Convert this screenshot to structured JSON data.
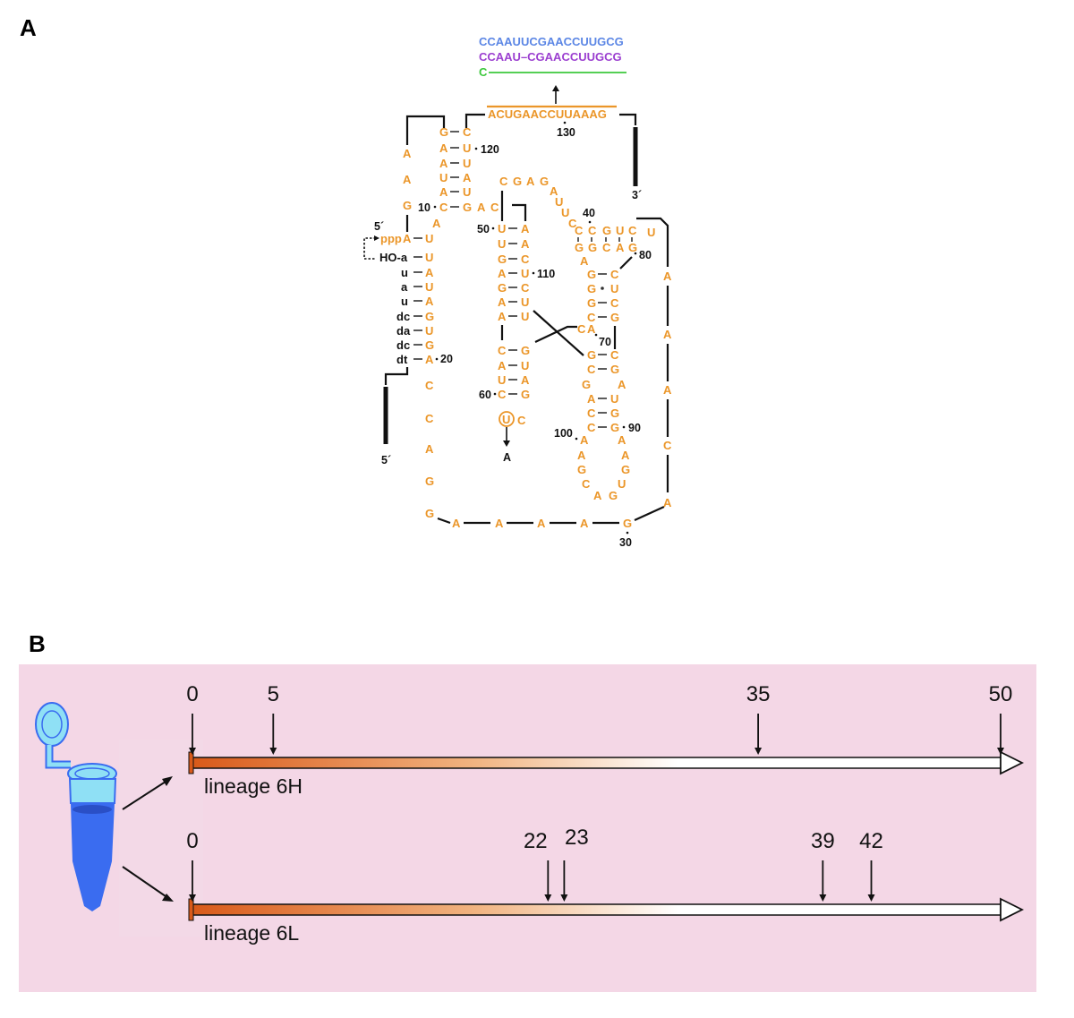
{
  "panel_a": {
    "label": "A",
    "product_lines": [
      {
        "text": "CCAAUUCGAACCUUGCG",
        "color": "#5b86e5"
      },
      {
        "text": "CCAAU–CGAACCUUGCG",
        "color": "#9b3fd0"
      },
      {
        "text": "C",
        "color": "#3cc83c"
      }
    ],
    "template": "ACUGAACCUUAAAG",
    "prime_5_top": "5´",
    "prime_3": "3´",
    "prime_5_bottom": "5´",
    "mutation_to": "A",
    "substrate_labels": [
      "ppp",
      "HO-a",
      "u",
      "a",
      "u",
      "dc",
      "da",
      "dc",
      "dt"
    ],
    "position_numbers": [
      "10",
      "20",
      "30",
      "40",
      "50",
      "60",
      "70",
      "80",
      "90",
      "100",
      "110",
      "120",
      "130"
    ],
    "colors": {
      "rna": "#eb9629",
      "line": "#111111",
      "template_bar": "#eb9629"
    }
  },
  "panel_b": {
    "label": "B",
    "background": "#f4d7e6",
    "lineages": [
      {
        "name": "lineage 6H",
        "max_generation": 50,
        "timepoints": [
          0,
          5,
          35,
          50
        ]
      },
      {
        "name": "lineage 6L",
        "max_generation": 50,
        "timepoints": [
          0,
          22,
          23,
          39,
          42
        ]
      }
    ],
    "gradient": {
      "start": "#d95a1a",
      "mid": "#f1b481",
      "end": "#ffffff"
    },
    "tube_color": "#3a6cf0"
  }
}
